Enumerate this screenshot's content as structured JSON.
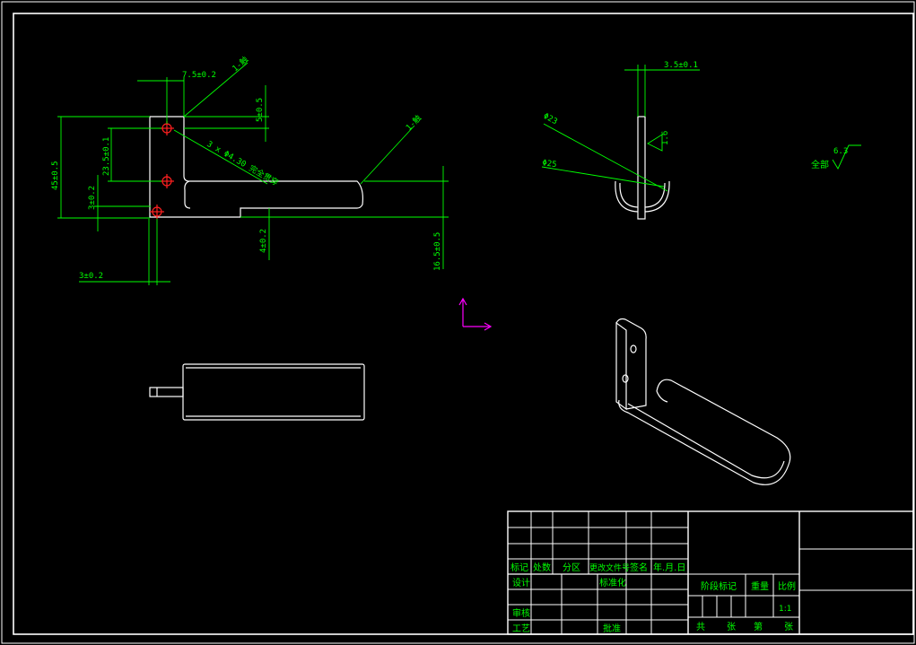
{
  "front_view": {
    "dim_7_5": "7.5±0.2",
    "dim_5": "5±0.5",
    "dim_23_5": "23.5±0.1",
    "dim_45": "45±0.5",
    "dim_3_left": "3±0.2",
    "dim_3_bottom": "3±0.2",
    "dim_4": "4±0.2",
    "dim_16_5": "16.5±0.5",
    "hole_note": "3 x Φ4.30 完全贯穿",
    "bend_note_1": "1-触",
    "bend_note_2": "1-触"
  },
  "side_view": {
    "dim_3_5": "3.5±0.1",
    "dia_23": "Φ23",
    "dia_25": "Φ25",
    "roughness_small": "1.6"
  },
  "roughness": {
    "label": "全部",
    "value": "6.3"
  },
  "title_block": {
    "rev_headers": [
      "标记",
      "处数",
      "分区",
      "更改文件号",
      "签名",
      "年.月.日"
    ],
    "design": "设计",
    "standardize": "标准化",
    "review": "审核",
    "process": "工艺",
    "approve": "批准",
    "stage_mark": "阶段标记",
    "weight": "重量",
    "scale": "比例",
    "scale_value": "1:1",
    "total": "共",
    "sheets": "张",
    "page": "第",
    "sheet2": "张"
  },
  "colors": {
    "background": "#000000",
    "geometry": "#ffffff",
    "dimension": "#00ff00",
    "hole_center": "#ff2020",
    "ucs": "#ff00ff"
  }
}
